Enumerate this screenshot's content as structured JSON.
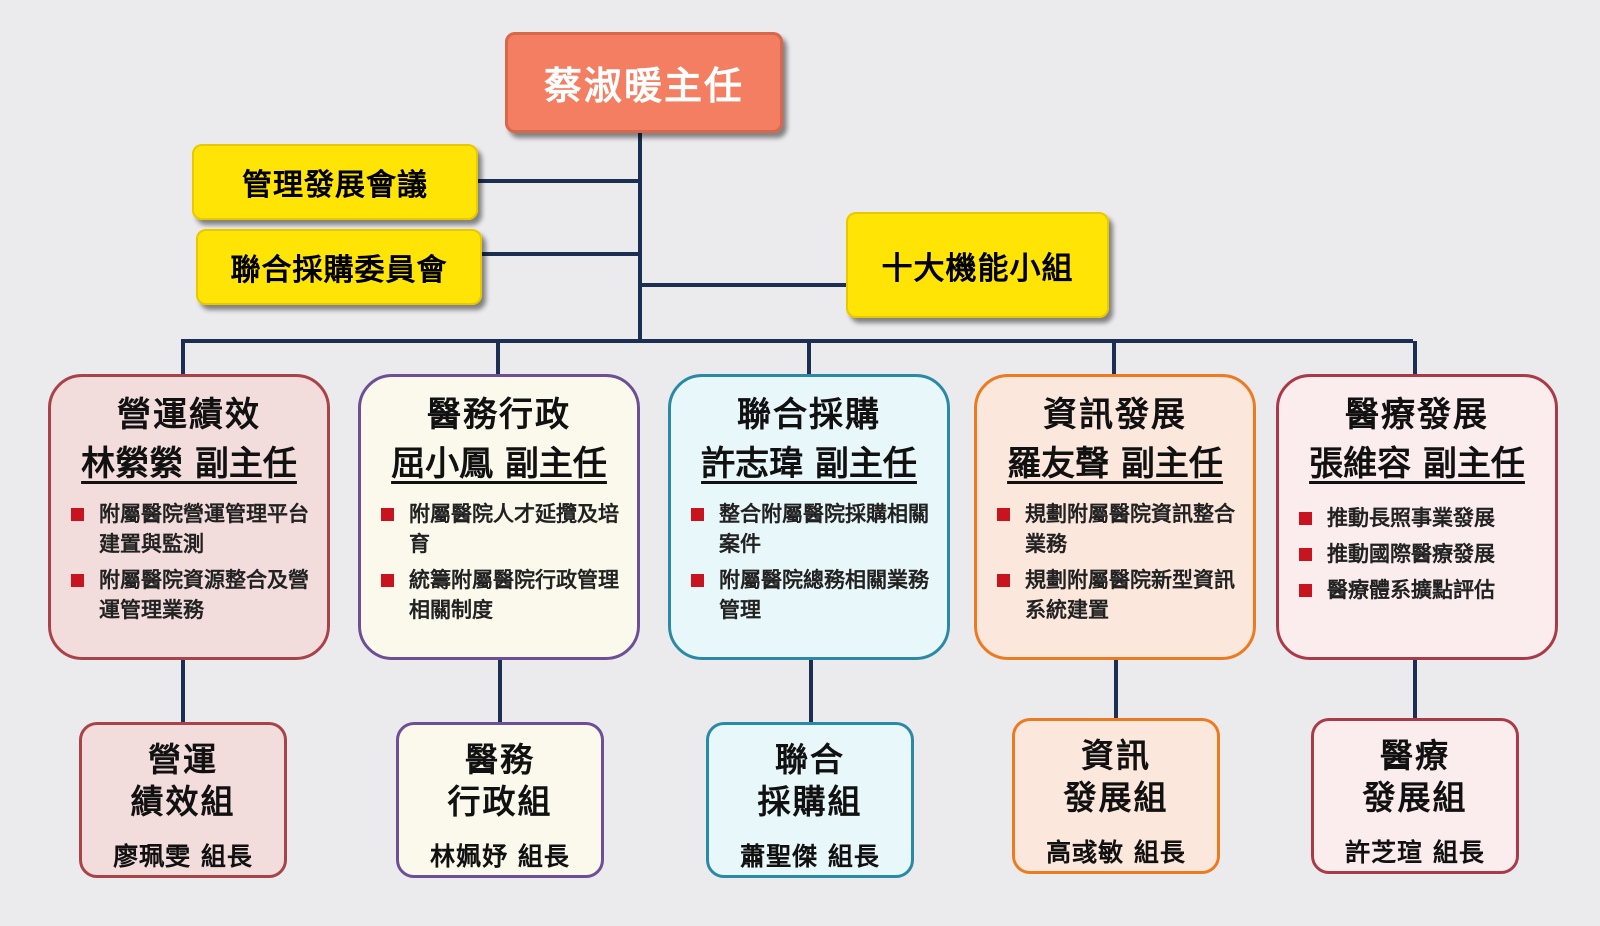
{
  "director": {
    "label": "蔡淑暖主任"
  },
  "committees": {
    "management": "管理發展會議",
    "procurement": "聯合採購委員會",
    "functional": "十大機能小組"
  },
  "colors": {
    "director_fill": "#f47e61",
    "committee_fill": "#ffe405",
    "line": "#1c2f52",
    "bullet": "#c8141e"
  },
  "divisions": [
    {
      "name": "營運績效",
      "head": "林縈縈 副主任",
      "border": "#a8434a",
      "fill": "#f3dcdc",
      "duties": [
        "附屬醫院營運管理平台建置與監測",
        "附屬醫院資源整合及營運管理業務"
      ],
      "group": {
        "name_line1": "營運",
        "name_line2": "績效組",
        "leader": "廖珮雯 組長"
      }
    },
    {
      "name": "醫務行政",
      "head": "屈小鳳 副主任",
      "border": "#6c4f94",
      "fill": "#fbf8ec",
      "duties": [
        "附屬醫院人才延攬及培育",
        "統籌附屬醫院行政管理相關制度"
      ],
      "group": {
        "name_line1": "醫務",
        "name_line2": "行政組",
        "leader": "林姵妤 組長"
      }
    },
    {
      "name": "聯合採購",
      "head": "許志瑋 副主任",
      "border": "#2a8aa6",
      "fill": "#e8f8fa",
      "duties": [
        "整合附屬醫院採購相關案件",
        "附屬醫院總務相關業務管理"
      ],
      "group": {
        "name_line1": "聯合",
        "name_line2": "採購組",
        "leader": "蕭聖傑 組長"
      }
    },
    {
      "name": "資訊發展",
      "head": "羅友聲 副主任",
      "border": "#ec7a20",
      "fill": "#fbe7dc",
      "duties": [
        "規劃附屬醫院資訊整合業務",
        "規劃附屬醫院新型資訊系統建置"
      ],
      "group": {
        "name_line1": "資訊",
        "name_line2": "發展組",
        "leader": "高彧敏 組長"
      }
    },
    {
      "name": "醫療發展",
      "head": "張維容 副主任",
      "border": "#a93b48",
      "fill": "#fbeced",
      "duties": [
        "推動長照事業發展",
        "推動國際醫療發展",
        "醫療體系擴點評估"
      ],
      "group": {
        "name_line1": "醫療",
        "name_line2": "發展組",
        "leader": "許芝瑄 組長"
      }
    }
  ]
}
